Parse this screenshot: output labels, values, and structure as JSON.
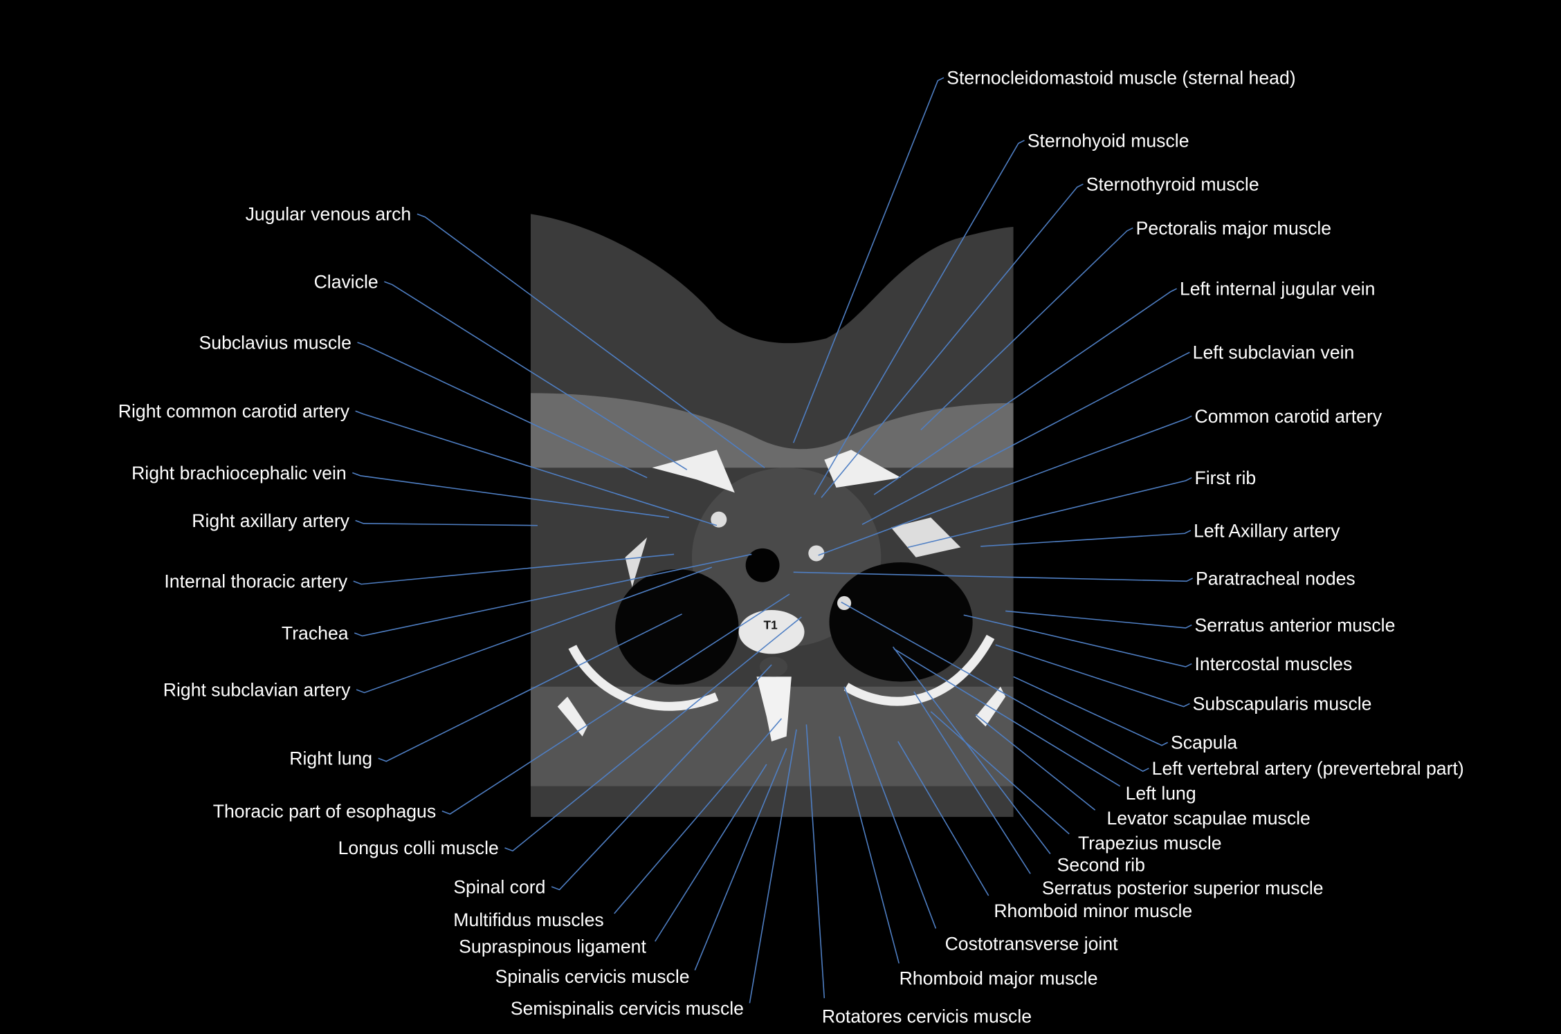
{
  "scan": {
    "vertebra_label": "T1",
    "leader_line_color": "#4f7fc4",
    "label_color": "#ffffff",
    "background_color": "#000000"
  },
  "labels": {
    "left": [
      "Jugular venous arch",
      "Clavicle",
      "Subclavius muscle",
      "Right common carotid artery",
      "Right brachiocephalic vein",
      "Right axillary artery",
      "Internal thoracic artery",
      "Trachea",
      "Right subclavian artery",
      "Right lung",
      "Thoracic part of esophagus",
      "Longus colli muscle",
      "Spinal cord"
    ],
    "bottom": [
      "Multifidus muscles",
      "Supraspinous ligament",
      "Spinalis cervicis muscle",
      "Semispinalis cervicis muscle",
      "Rotatores cervicis muscle",
      "Rhomboid major muscle",
      "Costotransverse joint",
      "Rhomboid minor muscle",
      "Serratus posterior superior muscle",
      "Second rib",
      "Trapezius muscle",
      "Levator scapulae muscle",
      "Left lung"
    ],
    "right": [
      "Sternocleidomastoid muscle (sternal head)",
      "Sternohyoid muscle",
      "Sternothyroid muscle",
      "Pectoralis major muscle",
      "Left internal jugular vein",
      "Left subclavian vein",
      "Common carotid artery",
      "First rib",
      "Left Axillary artery",
      "Paratracheal nodes",
      "Serratus anterior muscle",
      "Intercostal muscles",
      "Subscapularis muscle",
      "Scapula",
      "Left vertebral artery (prevertebral part)"
    ]
  }
}
